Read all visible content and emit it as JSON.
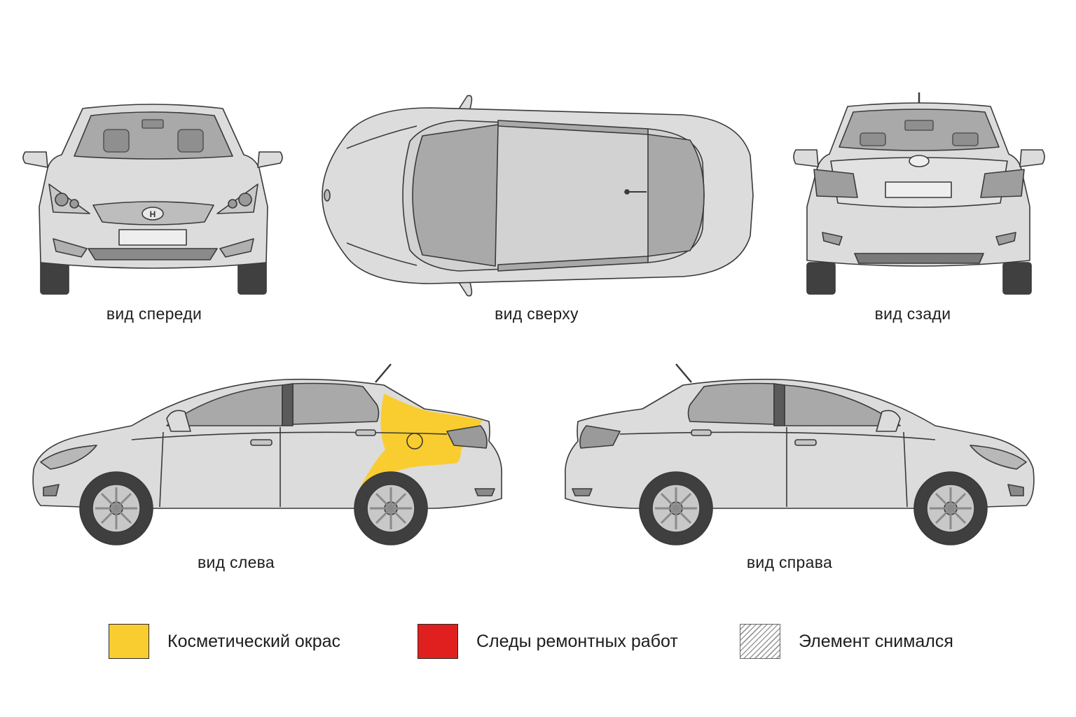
{
  "views": {
    "front": "вид спереди",
    "top": "вид сверху",
    "rear": "вид сзади",
    "left": "вид слева",
    "right": "вид справа"
  },
  "legend": [
    {
      "label": "Косметический окрас",
      "color": "#F9CD2F",
      "icon": "yellow-swatch"
    },
    {
      "label": "Следы ремонтных работ",
      "color": "#E0201E",
      "icon": "red-swatch"
    },
    {
      "label": "Элемент снимался",
      "color": "#9A9A9A",
      "icon": "hatched-swatch"
    }
  ],
  "colors": {
    "body": "#DCDCDC",
    "glass": "#A9A9A9",
    "outline": "#3A3A3A",
    "tire": "#3F3F3F",
    "cosmetic_paint": "#F9CD2F",
    "repair": "#E0201E"
  }
}
